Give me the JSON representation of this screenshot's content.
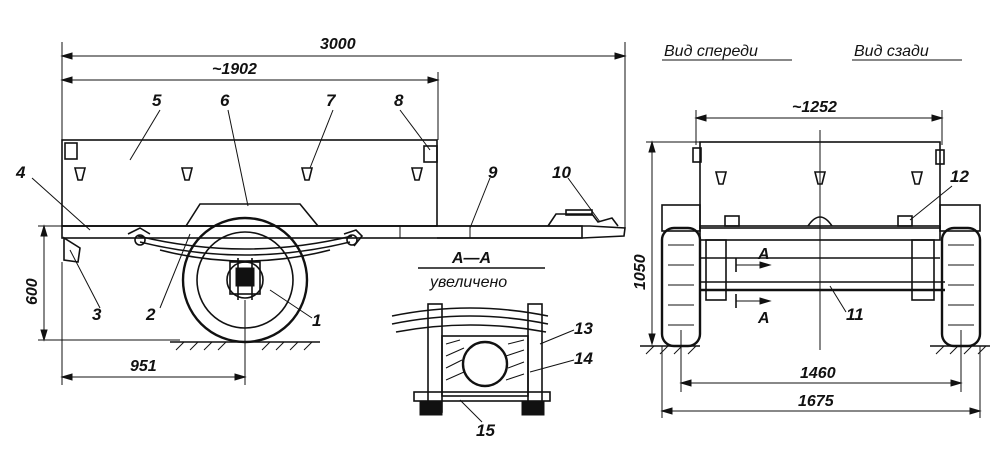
{
  "dimensions": {
    "total_length": "3000",
    "body_length": "~1902",
    "wheel_offset": "951",
    "height": "600",
    "overall_height": "1050",
    "body_width": "~1252",
    "track_width": "1460",
    "overall_width": "1675"
  },
  "views": {
    "front": "Вид спереди",
    "rear": "Вид сзади",
    "section": "А—А",
    "section_note": "увеличено",
    "section_mark": "А"
  },
  "callouts": [
    "1",
    "2",
    "3",
    "4",
    "5",
    "6",
    "7",
    "8",
    "9",
    "10",
    "11",
    "12",
    "13",
    "14",
    "15"
  ]
}
